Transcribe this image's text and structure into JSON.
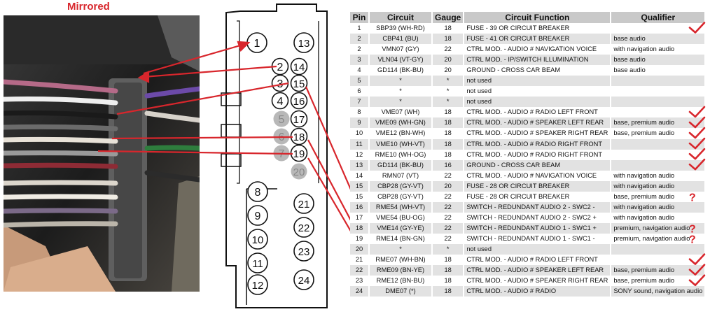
{
  "photo_label": "Mirrored",
  "columns": [
    "Pin",
    "Circuit",
    "Gauge",
    "Circuit Function",
    "Qualifier"
  ],
  "rows": [
    {
      "pin": "1",
      "circuit": "SBP39 (WH-RD)",
      "gauge": "18",
      "function": "FUSE - 39 OR CIRCUIT BREAKER",
      "qualifier": "",
      "mark": "check"
    },
    {
      "pin": "2",
      "circuit": "CBP41 (BU)",
      "gauge": "18",
      "function": "FUSE - 41 OR CIRCUIT BREAKER",
      "qualifier": "base audio",
      "mark": ""
    },
    {
      "pin": "2",
      "circuit": "VMN07 (GY)",
      "gauge": "22",
      "function": "CTRL MOD. - AUDIO # NAVIGATION VOICE",
      "qualifier": "with navigation audio",
      "mark": ""
    },
    {
      "pin": "3",
      "circuit": "VLN04 (VT-GY)",
      "gauge": "20",
      "function": "CTRL MOD. - IP/SWITCH ILLUMINATION",
      "qualifier": "base audio",
      "mark": ""
    },
    {
      "pin": "4",
      "circuit": "GD114 (BK-BU)",
      "gauge": "20",
      "function": "GROUND - CROSS CAR BEAM",
      "qualifier": "base audio",
      "mark": ""
    },
    {
      "pin": "5",
      "circuit": "*",
      "gauge": "*",
      "function": "not used",
      "qualifier": "",
      "mark": ""
    },
    {
      "pin": "6",
      "circuit": "*",
      "gauge": "*",
      "function": "not used",
      "qualifier": "",
      "mark": ""
    },
    {
      "pin": "7",
      "circuit": "*",
      "gauge": "*",
      "function": "not used",
      "qualifier": "",
      "mark": ""
    },
    {
      "pin": "8",
      "circuit": "VME07 (WH)",
      "gauge": "18",
      "function": "CTRL MOD. - AUDIO # RADIO LEFT FRONT",
      "qualifier": "",
      "mark": "check"
    },
    {
      "pin": "9",
      "circuit": "VME09 (WH-GN)",
      "gauge": "18",
      "function": "CTRL MOD. - AUDIO # SPEAKER LEFT REAR",
      "qualifier": "base, premium audio",
      "mark": "check"
    },
    {
      "pin": "10",
      "circuit": "VME12 (BN-WH)",
      "gauge": "18",
      "function": "CTRL MOD. - AUDIO # SPEAKER RIGHT REAR",
      "qualifier": "base, premium audio",
      "mark": "check"
    },
    {
      "pin": "11",
      "circuit": "VME10 (WH-VT)",
      "gauge": "18",
      "function": "CTRL MOD. - AUDIO # RADIO RIGHT FRONT",
      "qualifier": "",
      "mark": "check"
    },
    {
      "pin": "12",
      "circuit": "RME10 (WH-OG)",
      "gauge": "18",
      "function": "CTRL MOD. - AUDIO # RADIO RIGHT FRONT",
      "qualifier": "",
      "mark": "check"
    },
    {
      "pin": "13",
      "circuit": "GD114 (BK-BU)",
      "gauge": "16",
      "function": "GROUND - CROSS CAR BEAM",
      "qualifier": "",
      "mark": "check"
    },
    {
      "pin": "14",
      "circuit": "RMN07 (VT)",
      "gauge": "22",
      "function": "CTRL MOD. - AUDIO # NAVIGATION VOICE",
      "qualifier": "with navigation audio",
      "mark": ""
    },
    {
      "pin": "15",
      "circuit": "CBP28 (GY-VT)",
      "gauge": "20",
      "function": "FUSE - 28 OR CIRCUIT BREAKER",
      "qualifier": "with navigation audio",
      "mark": ""
    },
    {
      "pin": "15",
      "circuit": "CBP28 (GY-VT)",
      "gauge": "22",
      "function": "FUSE - 28 OR CIRCUIT BREAKER",
      "qualifier": "base, premium audio",
      "mark": "question"
    },
    {
      "pin": "16",
      "circuit": "RME54 (WH-VT)",
      "gauge": "22",
      "function": "SWITCH - REDUNDANT AUDIO 2 - SWC2 -",
      "qualifier": "with navigation audio",
      "mark": ""
    },
    {
      "pin": "17",
      "circuit": "VME54 (BU-OG)",
      "gauge": "22",
      "function": "SWITCH - REDUNDANT AUDIO 2 - SWC2 +",
      "qualifier": "with navigation audio",
      "mark": ""
    },
    {
      "pin": "18",
      "circuit": "VME14 (GY-YE)",
      "gauge": "22",
      "function": "SWITCH - REDUNDANT AUDIO 1 - SWC1 +",
      "qualifier": "premium, navigation audio",
      "mark": "question"
    },
    {
      "pin": "19",
      "circuit": "RME14 (BN-GN)",
      "gauge": "22",
      "function": "SWITCH - REDUNDANT AUDIO 1 - SWC1 -",
      "qualifier": "premium, navigation audio",
      "mark": "question"
    },
    {
      "pin": "20",
      "circuit": "*",
      "gauge": "*",
      "function": "not used",
      "qualifier": "",
      "mark": ""
    },
    {
      "pin": "21",
      "circuit": "RME07 (WH-BN)",
      "gauge": "18",
      "function": "CTRL MOD. - AUDIO # RADIO LEFT FRONT",
      "qualifier": "",
      "mark": "check"
    },
    {
      "pin": "22",
      "circuit": "RME09 (BN-YE)",
      "gauge": "18",
      "function": "CTRL MOD. - AUDIO # SPEAKER LEFT REAR",
      "qualifier": "base, premium audio",
      "mark": "check"
    },
    {
      "pin": "23",
      "circuit": "RME12 (BN-BU)",
      "gauge": "18",
      "function": "CTRL MOD. - AUDIO # SPEAKER RIGHT REAR",
      "qualifier": "base, premium audio",
      "mark": "check"
    },
    {
      "pin": "24",
      "circuit": "DME07 (*)",
      "gauge": "18",
      "function": "CTRL MOD. - AUDIO # RADIO",
      "qualifier": "SONY sound, navigation audio",
      "mark": ""
    }
  ],
  "connector_pins": [
    {
      "label": "1",
      "unused": false
    },
    {
      "label": "2",
      "unused": false
    },
    {
      "label": "3",
      "unused": false
    },
    {
      "label": "4",
      "unused": false
    },
    {
      "label": "5",
      "unused": true
    },
    {
      "label": "6",
      "unused": true
    },
    {
      "label": "7",
      "unused": true
    },
    {
      "label": "8",
      "unused": false
    },
    {
      "label": "9",
      "unused": false
    },
    {
      "label": "10",
      "unused": false
    },
    {
      "label": "11",
      "unused": false
    },
    {
      "label": "12",
      "unused": false
    },
    {
      "label": "13",
      "unused": false
    },
    {
      "label": "14",
      "unused": false
    },
    {
      "label": "15",
      "unused": false
    },
    {
      "label": "16",
      "unused": false
    },
    {
      "label": "17",
      "unused": false
    },
    {
      "label": "18",
      "unused": false
    },
    {
      "label": "19",
      "unused": false
    },
    {
      "label": "20",
      "unused": true
    },
    {
      "label": "21",
      "unused": false
    },
    {
      "label": "22",
      "unused": false
    },
    {
      "label": "23",
      "unused": false
    },
    {
      "label": "24",
      "unused": false
    }
  ],
  "colors": {
    "accent_red": "#d8262c",
    "unused_pin": "#b8b8b8",
    "header_bg": "#c9c9c9",
    "stripe": "#e2e2e2"
  },
  "icons": {
    "check": "check-icon",
    "question": "question-icon"
  }
}
